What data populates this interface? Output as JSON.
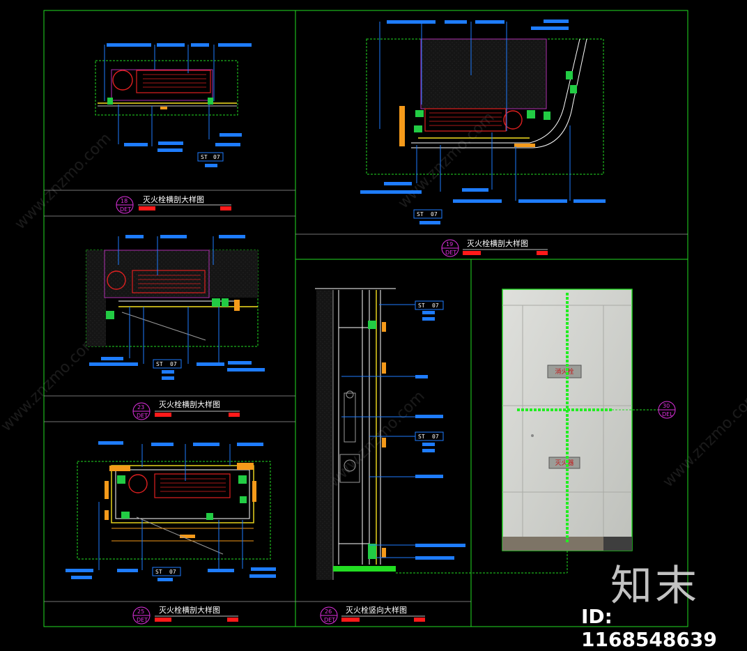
{
  "details": [
    {
      "key": "d18",
      "number": "18",
      "tag": "DET",
      "title": "灭火栓横剖大样图"
    },
    {
      "key": "d19",
      "number": "19",
      "tag": "DET",
      "title": "灭火栓横剖大样图"
    },
    {
      "key": "d23",
      "number": "23",
      "tag": "DET",
      "title": "灭火栓横剖大样图"
    },
    {
      "key": "d25",
      "number": "25",
      "tag": "DET",
      "title": "灭火栓横剖大样图"
    },
    {
      "key": "d26",
      "number": "26",
      "tag": "DET",
      "title": "灭火栓竖向大样图"
    }
  ],
  "section_marker": {
    "number": "30",
    "tag": "DEL"
  },
  "material_tag": {
    "code": "ST",
    "number": "07"
  },
  "photo": {
    "sign_top": "消火栓",
    "sign_bottom": "灭火器"
  },
  "watermark_text": "www.znzmo.com",
  "brand": {
    "logo": "知末",
    "id_text": "ID: 1168548639"
  },
  "colors": {
    "frame": "#22dd22",
    "leader": "#1e7cff",
    "hydrant": "#e02020",
    "mullion": "#22cc44",
    "trim": "#f59a1a",
    "title_bar": "#ff1a1a"
  }
}
